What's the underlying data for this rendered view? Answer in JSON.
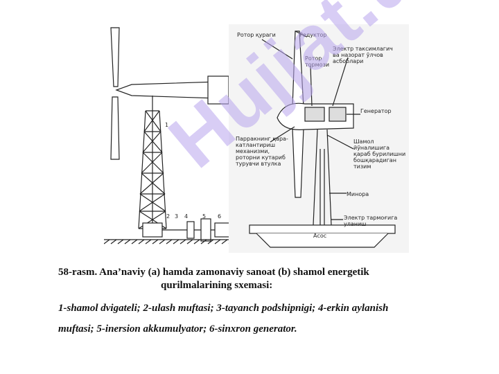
{
  "figure_a": {
    "labels": [
      "1",
      "2",
      "3",
      "4",
      "5",
      "6"
    ]
  },
  "figure_b": {
    "labels": {
      "rotor_blade": "Ротор қураги",
      "reducer": "Редуктор",
      "rotor_brake": "Ротор\nтормози",
      "control_device": "Электр таксимлагич\nва назорат ўлчов\nасбоблари",
      "generator": "Генератор",
      "pitch_mechanism": "Парракнинг қара-\nкатлантириш\nмеханизми,\nроторни кутариб\nтурувчи втулка",
      "yaw_system": "Шамол\nйўналишига\nқараб бурилишни\nбошқарадиган\nтизим",
      "tower": "Минора",
      "electric_brake": "Электр тармоғига\nуланиш",
      "base": "Асос"
    }
  },
  "watermark": "Hujjat.uz",
  "caption": {
    "line1": "58-rasm.  Ana’naviy (a) hamda zamonaviy sanoat (b) shamol energetik",
    "line2": "qurilmalarining sxemasi:",
    "legend_line1": "1-shamol dvigateli; 2-ulash muftasi; 3-tayanch podshipnigi; 4-erkin aylanish",
    "legend_line2": "muftasi; 5-inersion akkumulyator; 6-sinxron generator."
  }
}
